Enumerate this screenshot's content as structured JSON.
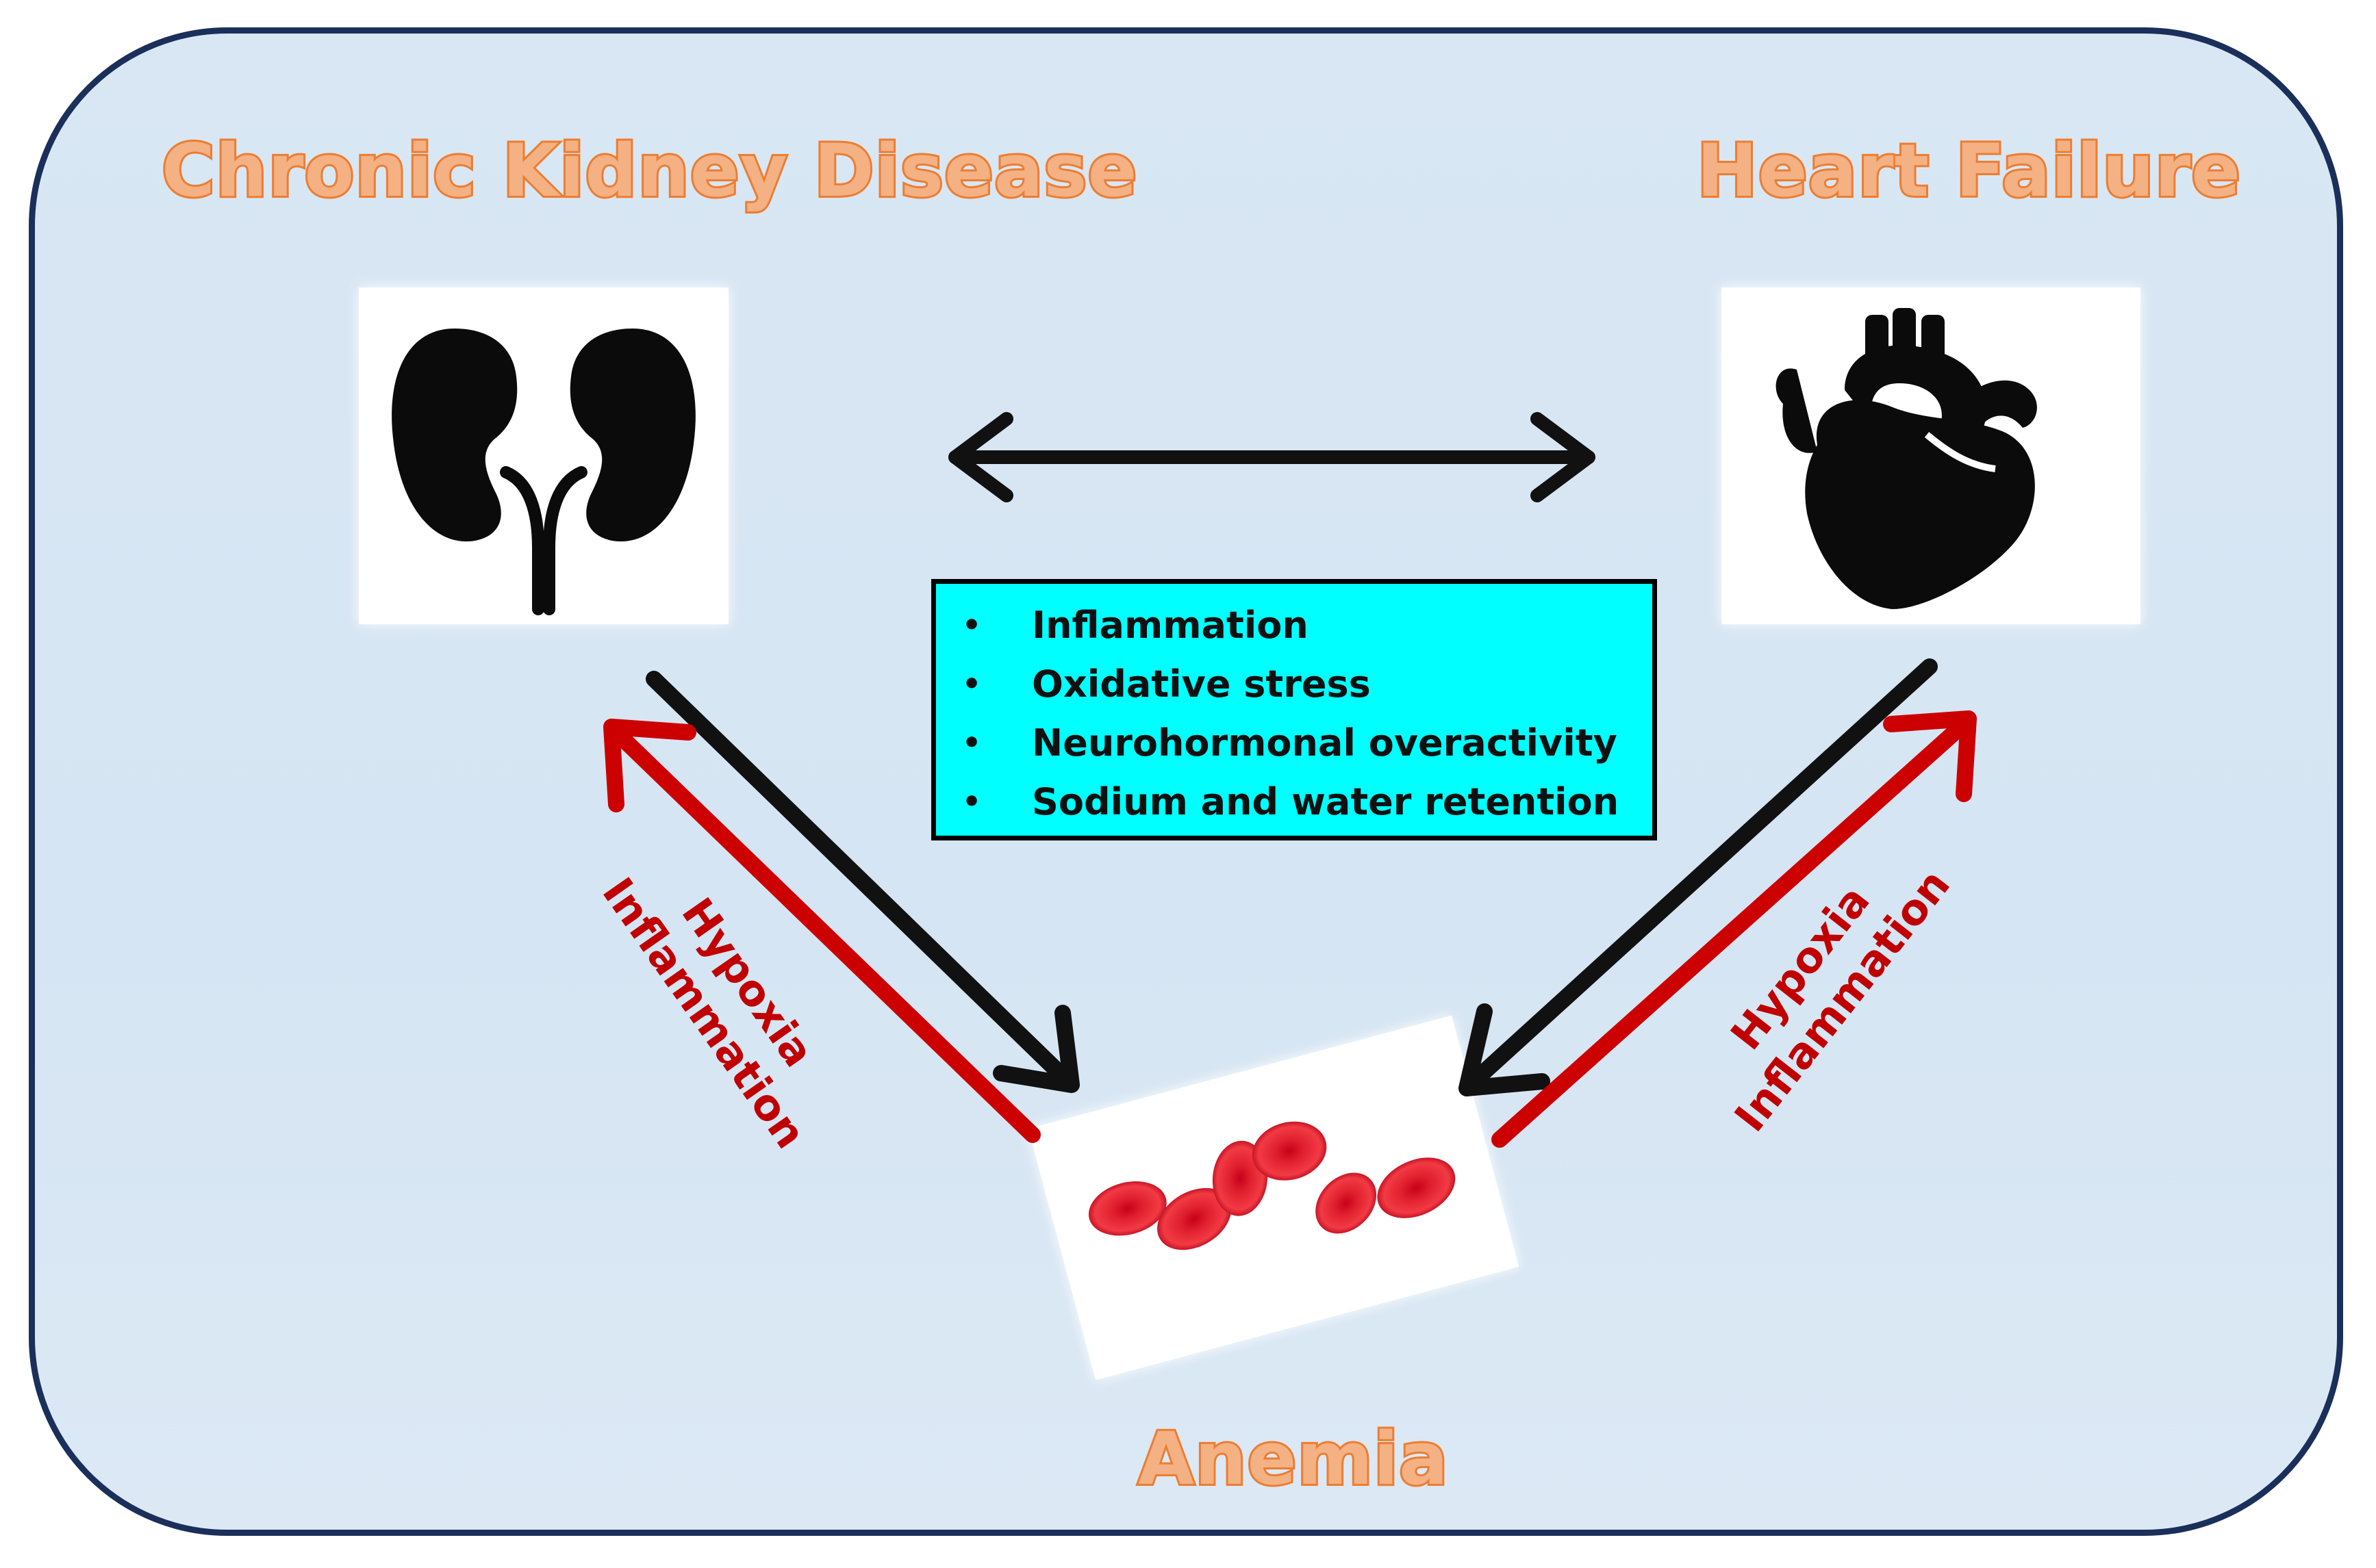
{
  "titles": {
    "ckd": "Chronic Kidney Disease",
    "hf": "Heart Failure",
    "anemia": "Anemia"
  },
  "factors": [
    "Inflammation",
    "Oxidative stress",
    "Neurohormonal  overactivity",
    "Sodium and water retention"
  ],
  "bullet": "•",
  "labels": {
    "left": [
      "Hypoxia",
      "Inflammation"
    ],
    "right": [
      "Hypoxia",
      "Inflammation"
    ]
  },
  "icons": {
    "kidney": "kidneys-icon",
    "heart": "heart-icon",
    "rbc": "red-blood-cells-icon"
  },
  "colors": {
    "title_fill": "#f4b183",
    "title_stroke": "#ed7d31",
    "label": "#c00000",
    "factors_bg": "#00ffff",
    "border": "#1a2f5a"
  }
}
